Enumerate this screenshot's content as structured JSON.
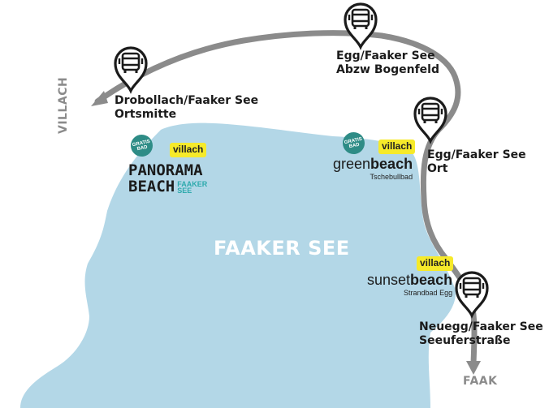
{
  "map": {
    "lake_name": "FAAKER SEE",
    "directions": {
      "left": "VILLACH",
      "bottom": "FAAK"
    },
    "stops": [
      {
        "line1": "Drobollach/Faaker See",
        "line2": "Ortsmitte"
      },
      {
        "line1": "Egg/Faaker See",
        "line2": "Abzw Bogenfeld"
      },
      {
        "line1": "Egg/Faaker See",
        "line2": "Ort"
      },
      {
        "line1": "Neuegg/Faaker See",
        "line2": "Seeuferstraße"
      }
    ],
    "beaches": {
      "panorama": {
        "tag": "villach",
        "badge": "GRATIS BAD",
        "word1": "PANORAMA",
        "word2": "BEACH",
        "side1": "FAAKER",
        "side2": "SEE"
      },
      "green": {
        "tag": "villach",
        "badge": "GRATIS BAD",
        "name_a": "green",
        "name_b": "beach",
        "subtitle": "Tschebullbad"
      },
      "sunset": {
        "tag": "villach",
        "name_a": "sunset",
        "name_b": "beach",
        "subtitle": "Strandbad Egg"
      }
    }
  },
  "colors": {
    "lake": "#b3d7e7",
    "route": "#8b8b8b",
    "icon": "#1b1b1b",
    "villach_tag": "#f6ea2a",
    "gratis_badge": "#2e8c86",
    "faaker_see_accent": "#2ca9ac"
  }
}
